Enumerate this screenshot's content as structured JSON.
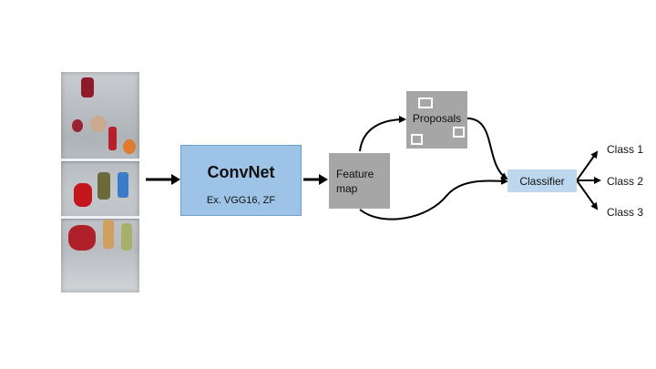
{
  "convnet": {
    "title": "ConvNet",
    "subtitle": "Ex. VGG16, ZF"
  },
  "feature_map": {
    "label": "Feature map"
  },
  "proposals": {
    "label": "Proposals"
  },
  "classifier": {
    "label": "Classifier"
  },
  "classes": [
    "Class 1",
    "Class 2",
    "Class 3"
  ],
  "colors": {
    "convnet_fill": "#9dc3e6",
    "block_gray": "#a6a6a6",
    "classifier_fill": "#bdd7ee",
    "arrow": "#000000"
  }
}
